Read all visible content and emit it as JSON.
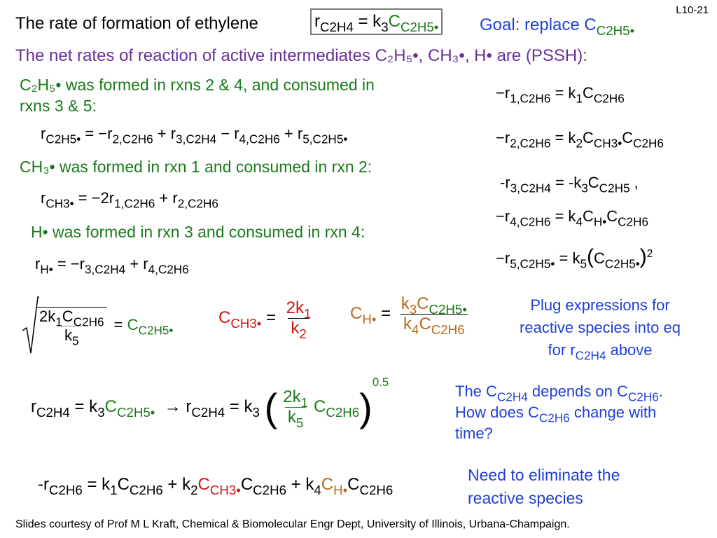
{
  "slide": {
    "page_label": "L10-21",
    "title": "The rate of formation of ethylene",
    "goal_text": "Goal: replace C",
    "goal_sub": "C2H5•",
    "pssh_line": "The net  rates of reaction of active intermediates C₂H₅•, CH₃•, H• are (PSSH):",
    "c2h5_line1": "C₂H₅• was formed in rxns 2 & 4, and consumed in",
    "c2h5_line2": "rxns 3 & 5:",
    "ch3_line": "CH₃• was formed in rxn 1 and consumed in rxn 2:",
    "h_line": "H• was formed in rxn 3 and consumed in rxn 4:",
    "plug_note": [
      "Plug expressions for",
      "reactive species into eq",
      "for r"
    ],
    "plug_note_sub": "C2H4",
    "plug_note_tail": " above",
    "depends_note": {
      "l1a": "The C",
      "l1s1": "C2H4",
      "l1b": " depends on C",
      "l1s2": "C2H6",
      "l1c": ".",
      "l2a": "How does C",
      "l2s": "C2H6",
      "l2b": " change with",
      "l3": "time?"
    },
    "eliminate_note": [
      "Need to eliminate the",
      "reactive species"
    ],
    "footer": "Slides courtesy of Prof M L Kraft, Chemical & Biomolecular Engr Dept, University of Illinois, Urbana-Champaign."
  },
  "colors": {
    "green": "#1a7a1a",
    "blue": "#1f3fd6",
    "purple": "#6a2f9e",
    "red": "#d11616",
    "orange": "#b86a1a"
  }
}
